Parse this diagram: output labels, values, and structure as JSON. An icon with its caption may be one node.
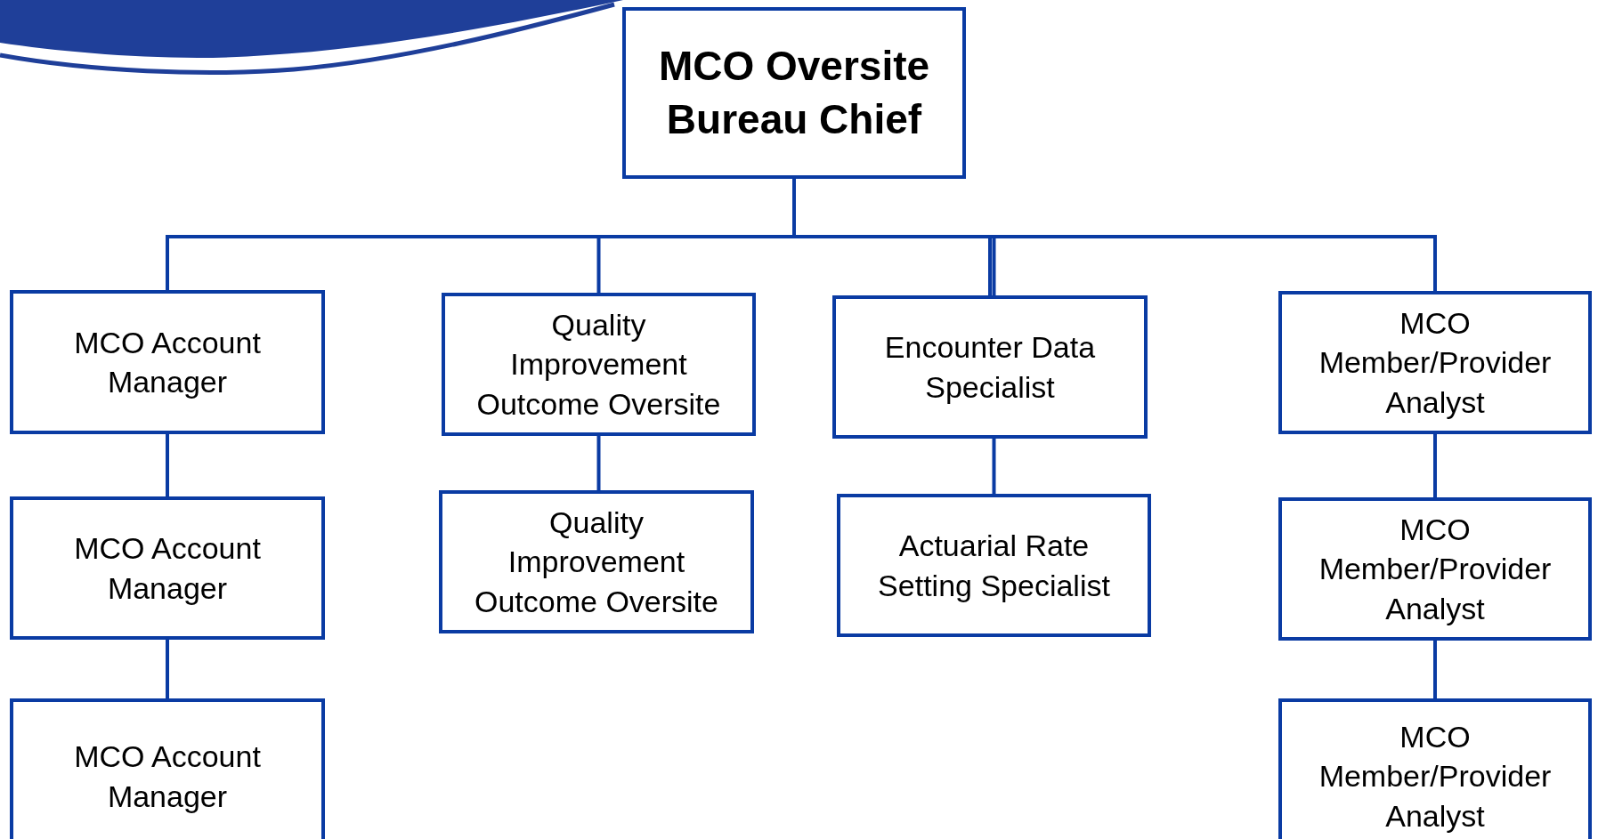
{
  "diagram": {
    "nodes": [
      {
        "text": [
          "MCO Oversite Bureau Chief"
        ]
      },
      {
        "text": [
          "MCO Account Manager"
        ]
      },
      {
        "text": [
          "Quality Improvement Outcome Oversite"
        ]
      },
      {
        "text": [
          "Encounter Data Specialist"
        ]
      },
      {
        "text": [
          "MCO Member/Provider Analyst"
        ]
      },
      {
        "text": [
          "MCO Account Manager"
        ]
      },
      {
        "text": [
          "Quality Improvement Outcome Oversite"
        ]
      },
      {
        "text": [
          "Actuarial Rate Setting Specialist"
        ]
      },
      {
        "text": [
          "MCO Member/Provider Analyst"
        ]
      },
      {
        "text": [
          "MCO Account Manager"
        ]
      },
      {
        "text": [
          "MCO Member/Provider Analyst"
        ]
      }
    ],
    "edges": [
      {
        "from": 0,
        "to": 1,
        "arrow": "none"
      },
      {
        "from": 0,
        "to": 2,
        "arrow": "none"
      },
      {
        "from": 0,
        "to": 3,
        "arrow": "none"
      },
      {
        "from": 0,
        "to": 4,
        "arrow": "none"
      },
      {
        "from": 1,
        "to": 5,
        "arrow": "none"
      },
      {
        "from": 2,
        "to": 6,
        "arrow": "none"
      },
      {
        "from": 3,
        "to": 7,
        "arrow": "none"
      },
      {
        "from": 4,
        "to": 8,
        "arrow": "none"
      },
      {
        "from": 5,
        "to": 9,
        "arrow": "none"
      },
      {
        "from": 8,
        "to": 10,
        "arrow": "none"
      }
    ]
  }
}
